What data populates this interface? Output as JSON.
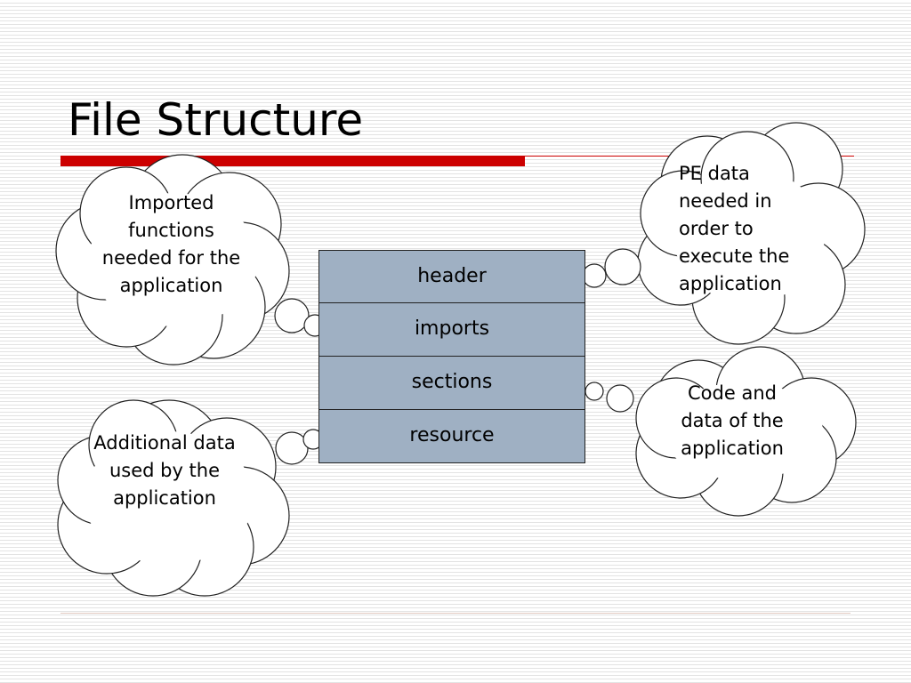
{
  "slide": {
    "title": "File Structure"
  },
  "file_sections": [
    {
      "label": "header"
    },
    {
      "label": "imports"
    },
    {
      "label": "sections"
    },
    {
      "label": "resource"
    }
  ],
  "callouts": {
    "imports": "Imported functions needed for the application",
    "resource": "Additional data used by the application",
    "header": "PE data needed in order to execute the application",
    "sections": "Code and data of the application"
  },
  "colors": {
    "accent_red": "#cc0000",
    "section_fill": "#9fb0c3",
    "outline": "#222222"
  }
}
